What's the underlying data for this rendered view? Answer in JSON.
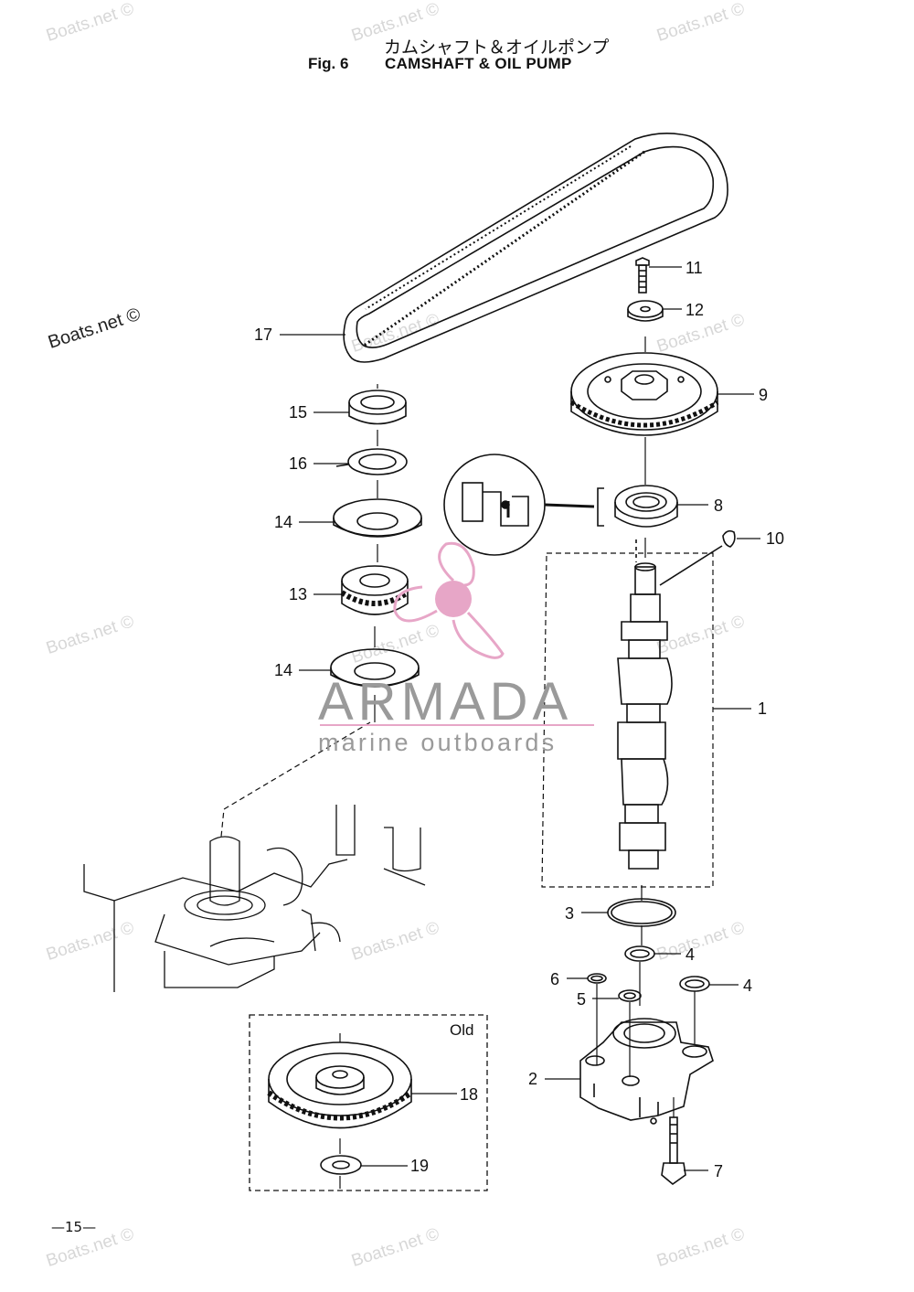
{
  "header": {
    "title_jp": "カムシャフト＆オイルポンプ",
    "fig_no": "Fig. 6",
    "title_en": "CAMSHAFT & OIL PUMP"
  },
  "page_number": "—15—",
  "watermark": {
    "text": "Boats.net ©",
    "color": "#d7d7d7"
  },
  "logo": {
    "name": "ARMADA",
    "tagline": "marine outboards",
    "accent_color": "#e7a6c7",
    "text_color": "#9a9a9a"
  },
  "old_box_label": "Old",
  "callouts": [
    "17",
    "15",
    "16",
    "14",
    "13",
    "14",
    "11",
    "12",
    "9",
    "8",
    "10",
    "1",
    "3",
    "4",
    "6",
    "5",
    "4",
    "2",
    "7",
    "18",
    "19"
  ],
  "parts": [
    {
      "ref": "1",
      "name": "camshaft"
    },
    {
      "ref": "2",
      "name": "oil-pump"
    },
    {
      "ref": "3",
      "name": "o-ring"
    },
    {
      "ref": "4",
      "name": "o-ring"
    },
    {
      "ref": "5",
      "name": "o-ring"
    },
    {
      "ref": "6",
      "name": "o-ring"
    },
    {
      "ref": "7",
      "name": "bolt"
    },
    {
      "ref": "8",
      "name": "oil-seal"
    },
    {
      "ref": "9",
      "name": "camshaft-pulley"
    },
    {
      "ref": "10",
      "name": "woodruff-key"
    },
    {
      "ref": "11",
      "name": "bolt"
    },
    {
      "ref": "12",
      "name": "washer"
    },
    {
      "ref": "13",
      "name": "drive-sprocket"
    },
    {
      "ref": "14",
      "name": "plate"
    },
    {
      "ref": "15",
      "name": "nut"
    },
    {
      "ref": "16",
      "name": "lock-washer"
    },
    {
      "ref": "17",
      "name": "timing-belt"
    },
    {
      "ref": "18",
      "name": "camshaft-pulley-old"
    },
    {
      "ref": "19",
      "name": "washer-old"
    }
  ]
}
